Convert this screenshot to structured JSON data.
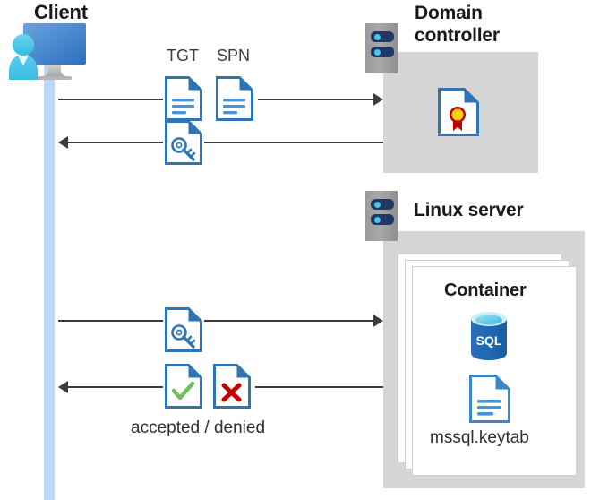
{
  "diagram": {
    "title": "Kerberos authentication between a client, a domain controller and SQL Server in a Linux container",
    "type": "sequence-flow",
    "background_color": "#ffffff",
    "accent_blue": "#2e75b6",
    "zone_gray": "#d6d6d6",
    "lifeline_blue": "#bcd8f7",
    "line_color": "#3a3a3f"
  },
  "client": {
    "label": "Client",
    "icon": "user-at-monitor-icon"
  },
  "domain_controller": {
    "label_line1": "Domain",
    "label_line2": "controller",
    "server_icon": "server-rack-icon",
    "content_icon": "certificate-document-icon"
  },
  "linux_server": {
    "label": "Linux server",
    "server_icon": "server-rack-icon",
    "container": {
      "label": "Container",
      "sql_icon": "sql-database-icon",
      "sql_icon_text": "SQL",
      "keytab_icon": "document-icon",
      "keytab_label": "mssql.keytab"
    }
  },
  "messages": [
    {
      "id": "msg-tgt-spn-request",
      "direction": "right",
      "from": "client",
      "to": "domain-controller",
      "artifacts": [
        {
          "label": "TGT",
          "icon": "document-icon"
        },
        {
          "label": "SPN",
          "icon": "document-icon"
        }
      ]
    },
    {
      "id": "msg-service-ticket-response",
      "direction": "left",
      "from": "domain-controller",
      "to": "client",
      "artifacts": [
        {
          "label": "",
          "icon": "key-document-icon"
        }
      ]
    },
    {
      "id": "msg-service-ticket-presented",
      "direction": "right",
      "from": "client",
      "to": "linux-server",
      "artifacts": [
        {
          "label": "",
          "icon": "key-document-icon"
        }
      ]
    },
    {
      "id": "msg-auth-result",
      "direction": "left",
      "from": "linux-server",
      "to": "client",
      "caption": "accepted / denied",
      "artifacts": [
        {
          "label": "",
          "icon": "check-document-icon"
        },
        {
          "label": "",
          "icon": "cross-document-icon"
        }
      ]
    }
  ]
}
